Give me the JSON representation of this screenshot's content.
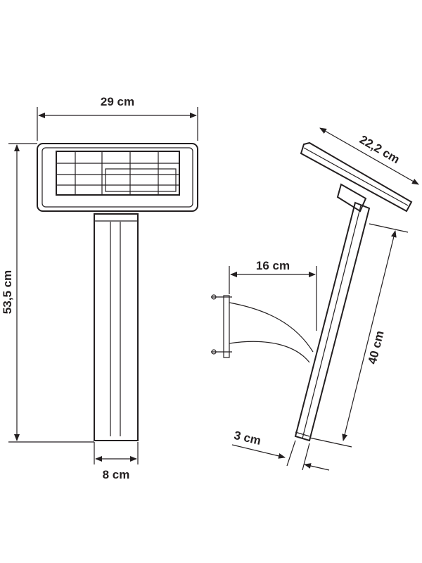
{
  "dimensions": {
    "front_width": "29 cm",
    "front_height": "53,5 cm",
    "stake_width": "8 cm",
    "panel_width_side": "22,2 cm",
    "wall_offset": "16 cm",
    "stake_length": "40 cm",
    "stake_depth": "3 cm"
  },
  "colors": {
    "line": "#231f20",
    "background": "#ffffff"
  }
}
